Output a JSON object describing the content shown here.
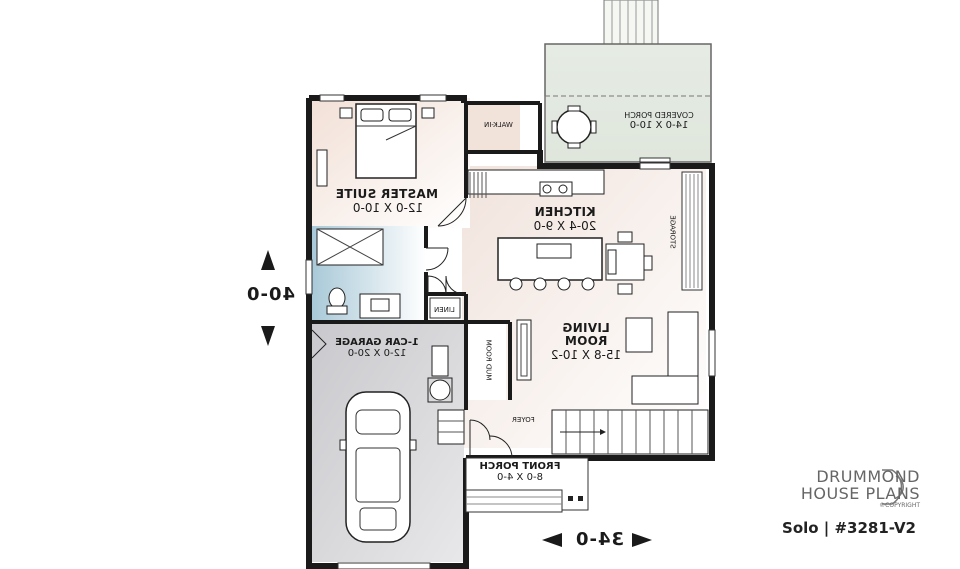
{
  "rooms": {
    "covered_porch": {
      "name": "COVERED PORCH",
      "dims": "14-0 X 10-0"
    },
    "walk_in": {
      "name": "WALK-IN"
    },
    "master_suite": {
      "name": "MASTER SUITE",
      "dims": "12-0 X 10-0"
    },
    "kitchen": {
      "name": "KITCHEN",
      "dims": "20-4 X 9-0"
    },
    "storage": {
      "name": "STORAGE"
    },
    "linen": {
      "name": "LINEN"
    },
    "garage": {
      "name": "1-CAR GARAGE",
      "dims": "12-0 X 20-0"
    },
    "mud_room": {
      "name": "MUD ROOM"
    },
    "living_room": {
      "name_line1": "LIVING",
      "name_line2": "ROOM",
      "dims": "15-8 X 10-2"
    },
    "foyer": {
      "name": "FOYER"
    },
    "front_porch": {
      "name": "FRONT PORCH",
      "dims": "8-0 X 4-0"
    }
  },
  "overall": {
    "depth": "40-0",
    "width": "34-0"
  },
  "brand": {
    "line1": "DRUMMOND",
    "line2": "HOUSE PLANS",
    "copyright": "©COPYRIGHT"
  },
  "plan_title": "Solo | #3281-V2",
  "colors": {
    "wall": "#1a1a1a",
    "master": "#f3e6df",
    "kitchen": "#f0e3dc",
    "bath": "#b9d3df",
    "garage": "#d3d3d7",
    "porch": "#dde5dc"
  }
}
